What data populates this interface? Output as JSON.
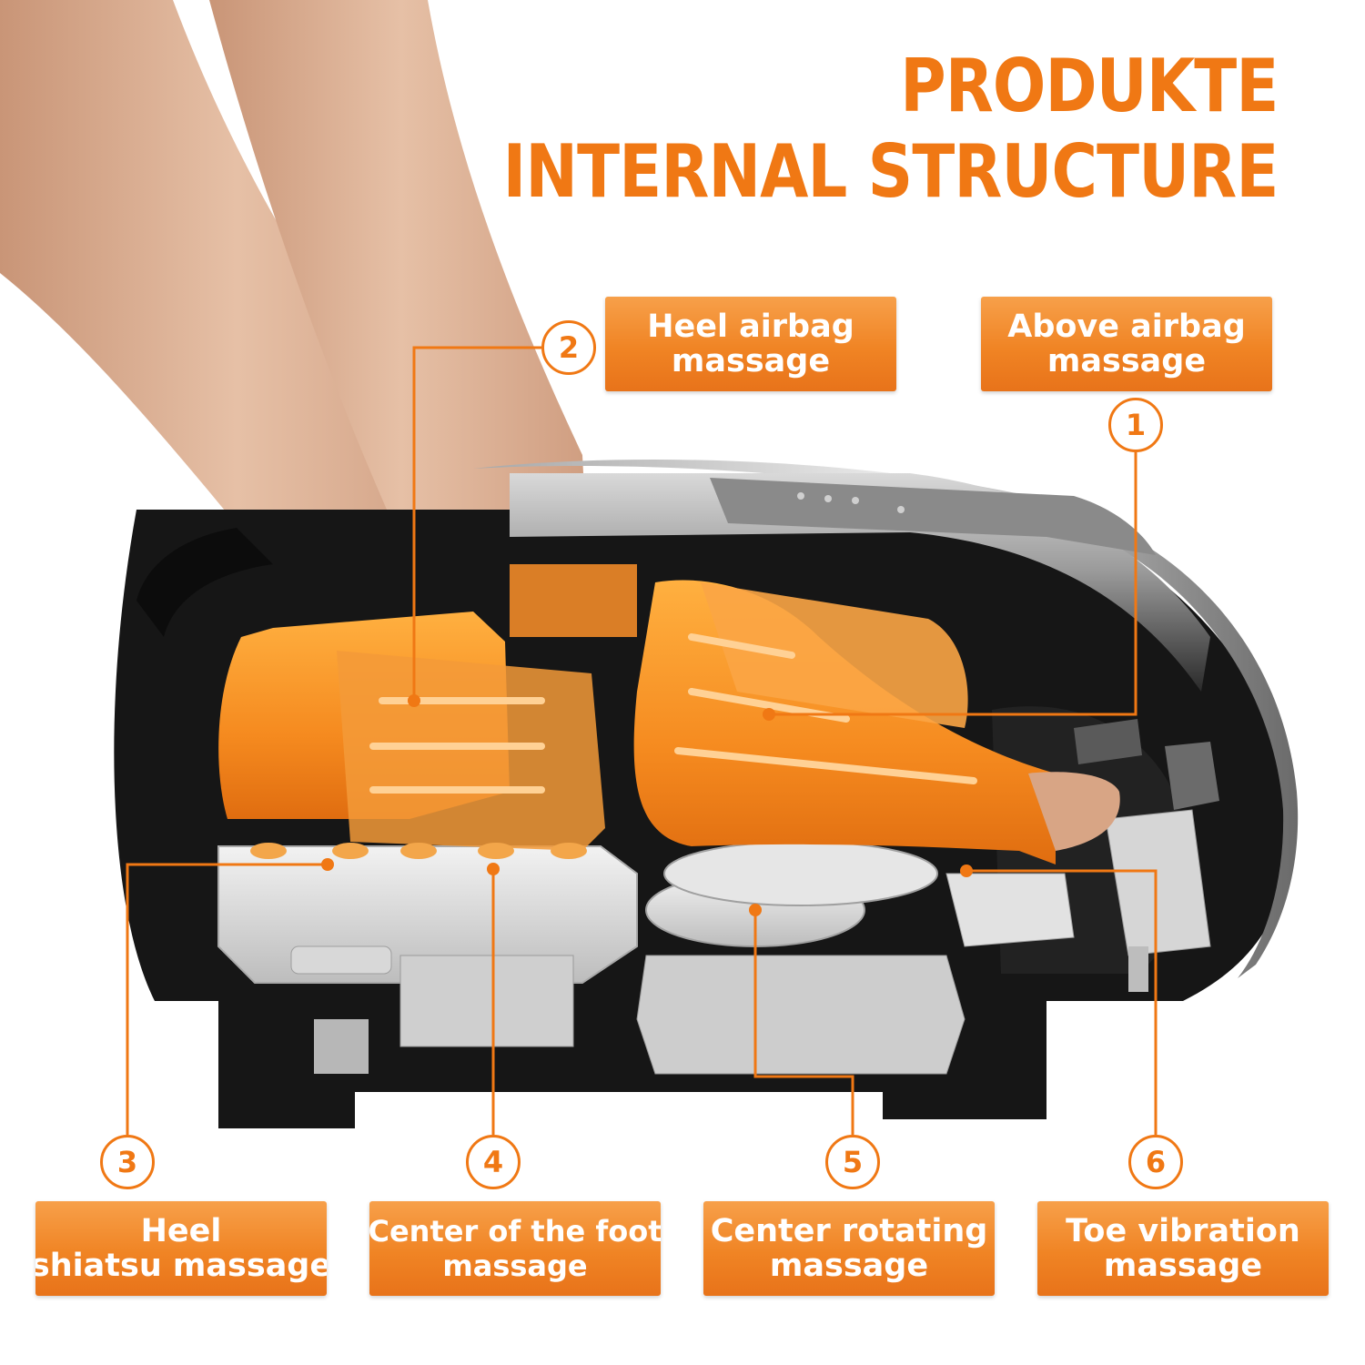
{
  "title": {
    "line1": "PRODUKTE",
    "line2": "INTERNAL STRUCTURE"
  },
  "colors": {
    "accent": "#f07814",
    "box_gradient_top": "#f7a04a",
    "box_gradient_bottom": "#e8731a"
  },
  "labels": [
    {
      "number": "1",
      "line1": "Above airbag",
      "line2": "massage"
    },
    {
      "number": "2",
      "line1": "Heel airbag",
      "line2": "massage"
    },
    {
      "number": "3",
      "line1": "Heel",
      "line2": "shiatsu massage"
    },
    {
      "number": "4",
      "line1": "Center of the foot",
      "line2": "massage"
    },
    {
      "number": "5",
      "line1": "Center rotating",
      "line2": "massage"
    },
    {
      "number": "6",
      "line1": "Toe vibration",
      "line2": "massage"
    }
  ]
}
